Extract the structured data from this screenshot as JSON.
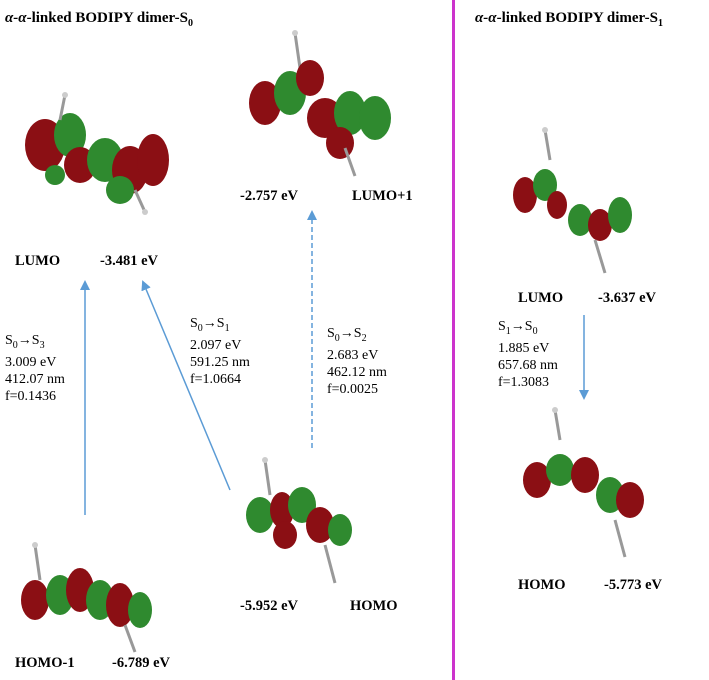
{
  "left_title": {
    "prefix": "α-α",
    "suffix": "-linked BODIPY dimer-S",
    "sub": "0"
  },
  "right_title": {
    "prefix": "α-α",
    "suffix": "-linked BODIPY dimer-S",
    "sub": "1"
  },
  "orbitals": {
    "s0_lumo": {
      "name": "LUMO",
      "energy": "-3.481 eV"
    },
    "s0_lumo1": {
      "name": "LUMO+1",
      "energy": "-2.757 eV"
    },
    "s0_homo": {
      "name": "HOMO",
      "energy": "-5.952 eV"
    },
    "s0_homo1": {
      "name": "HOMO-1",
      "energy": "-6.789 eV"
    },
    "s1_lumo": {
      "name": "LUMO",
      "energy": "-3.637 eV"
    },
    "s1_homo": {
      "name": "HOMO",
      "energy": "-5.773 eV"
    }
  },
  "transitions": {
    "s0_s3": {
      "from": "S",
      "from_sub": "0",
      "arrow": "→",
      "to": "S",
      "to_sub": "3",
      "energy": "3.009 eV",
      "wavelength": "412.07 nm",
      "f": "f=0.1436"
    },
    "s0_s1": {
      "from": "S",
      "from_sub": "0",
      "arrow": "→",
      "to": "S",
      "to_sub": "1",
      "energy": "2.097 eV",
      "wavelength": "591.25 nm",
      "f": "f=1.0664"
    },
    "s0_s2": {
      "from": "S",
      "from_sub": "0",
      "arrow": "→",
      "to": "S",
      "to_sub": "2",
      "energy": "2.683 eV",
      "wavelength": "462.12 nm",
      "f": "f=0.0025"
    },
    "s1_s0": {
      "from": "S",
      "from_sub": "1",
      "arrow": "→",
      "to": "S",
      "to_sub": "0",
      "energy": "1.885 eV",
      "wavelength": "657.68 nm",
      "f": "f=1.3083"
    }
  },
  "colors": {
    "lobe_red": "#8b0f14",
    "lobe_green": "#2f8a2f",
    "arrow": "#5b9bd5",
    "divider": "#cc33cc"
  }
}
